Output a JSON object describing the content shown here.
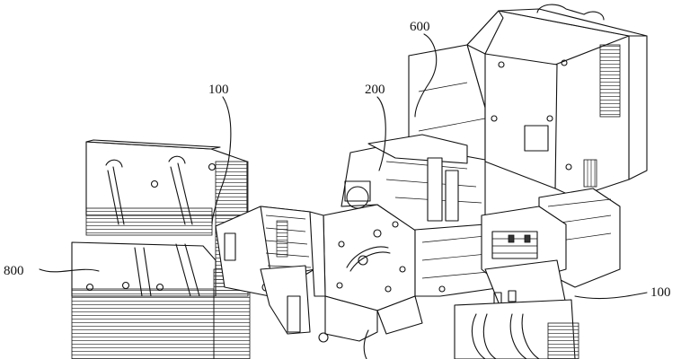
{
  "labels": {
    "label_600": "600",
    "label_200": "200",
    "label_100_top": "100",
    "label_800": "800",
    "label_100_right": "100"
  }
}
